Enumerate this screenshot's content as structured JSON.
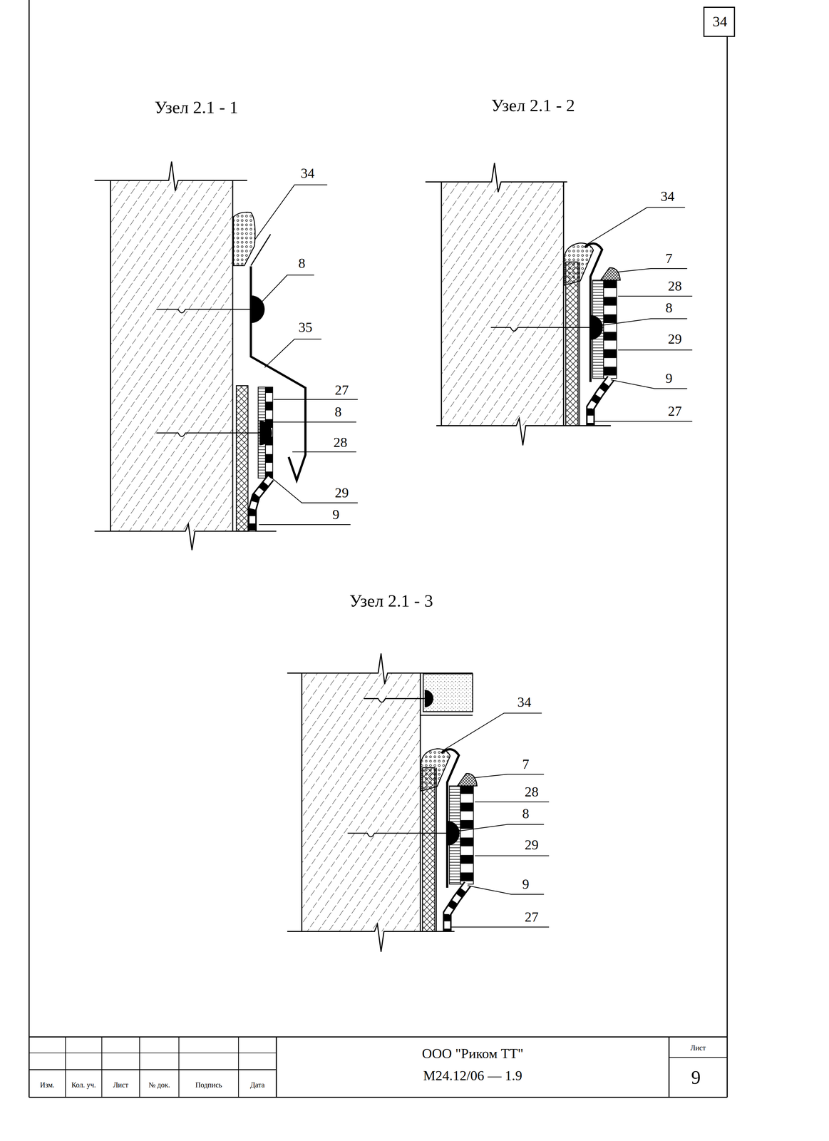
{
  "diagram": {
    "labels": [
      "34",
      "Узел 2.1 - 1",
      "Узел 2.1 - 2",
      "34",
      "8",
      "35",
      "27",
      "8",
      "28",
      "29",
      "9",
      "34",
      "7",
      "28",
      "8",
      "29",
      "9",
      "27",
      "Узел 2.1 - 3",
      "34",
      "7",
      "28",
      "8",
      "29",
      "9",
      "27",
      "Изм.",
      "Кол. уч.",
      "Лист",
      "№ док.",
      "Подпись",
      "Дата",
      "ООО \"Риком ТТ\"",
      "М24.12/06 — 1.9",
      "Лист",
      "9"
    ]
  }
}
